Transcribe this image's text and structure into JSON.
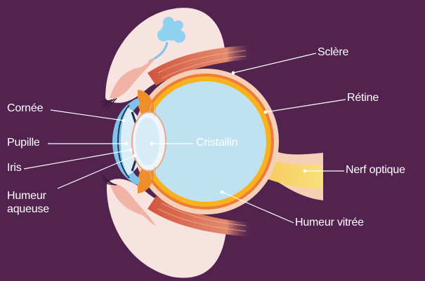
{
  "labels": {
    "sclere": "Sclère",
    "retine": "Rétine",
    "nerf_optique": "Nerf optique",
    "humeur_vitree": "Humeur vitrée",
    "cornee": "Cornée",
    "pupille": "Pupille",
    "iris": "Iris",
    "humeur_aqueuse_line1": "Humeur",
    "humeur_aqueuse_line2": "aqueuse",
    "cristallin": "Cristallin"
  },
  "colors": {
    "background": "#52234f",
    "eyelid": "#f7e4e0",
    "sclera": "#f6d0b6",
    "retina": "#f6a81b",
    "vitreous": "#bfe2f3",
    "cornea": "#7fc3ea",
    "lens": "#d8ecf7",
    "muscle": "#d95f4d",
    "nerve": "#f8d84a",
    "leader_line": "#ffffff"
  }
}
